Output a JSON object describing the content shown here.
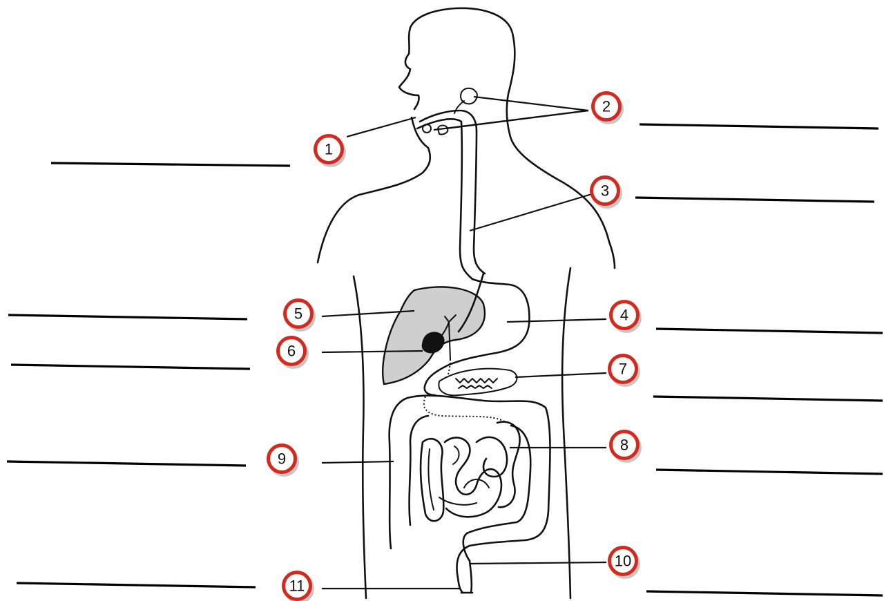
{
  "colors": {
    "badge_ring": "#d22a1f",
    "organ_fill": "#cfcfcf",
    "ink": "#111111"
  },
  "labels": [
    {
      "number": "1"
    },
    {
      "number": "2"
    },
    {
      "number": "3"
    },
    {
      "number": "4"
    },
    {
      "number": "5"
    },
    {
      "number": "6"
    },
    {
      "number": "7"
    },
    {
      "number": "8"
    },
    {
      "number": "9"
    },
    {
      "number": "10"
    },
    {
      "number": "11"
    }
  ]
}
